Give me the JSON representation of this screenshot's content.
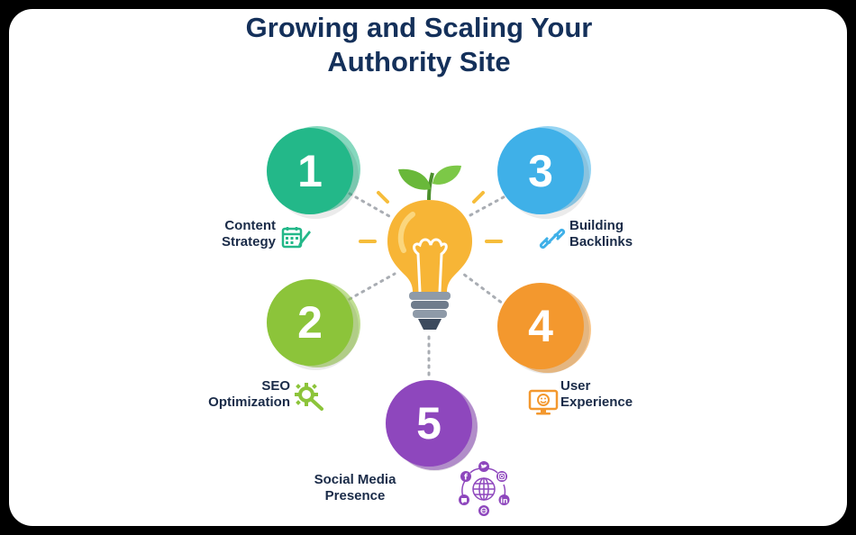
{
  "title": {
    "line1": "Growing and Scaling Your",
    "line2": "Authority Site"
  },
  "steps": [
    {
      "number": "1",
      "label_line1": "Content",
      "label_line2": "Strategy",
      "color": "#23b889",
      "icon": "calendar-pen-icon"
    },
    {
      "number": "2",
      "label_line1": "SEO",
      "label_line2": "Optimization",
      "color": "#8cc43a",
      "icon": "gear-magnifier-icon"
    },
    {
      "number": "3",
      "label_line1": "Building",
      "label_line2": "Backlinks",
      "color": "#3fb0e8",
      "icon": "chain-link-icon"
    },
    {
      "number": "4",
      "label_line1": "User",
      "label_line2": "Experience",
      "color": "#f3982e",
      "icon": "monitor-smiley-icon"
    },
    {
      "number": "5",
      "label_line1": "Social Media",
      "label_line2": "Presence",
      "color": "#8e47bd",
      "icon": "social-network-globe-icon"
    }
  ],
  "center_icon": "lightbulb-sprout-icon",
  "colors": {
    "title": "#14305a",
    "bulb": "#f7b536",
    "leaf": "#69b83a",
    "connector": "#a9adb3"
  }
}
